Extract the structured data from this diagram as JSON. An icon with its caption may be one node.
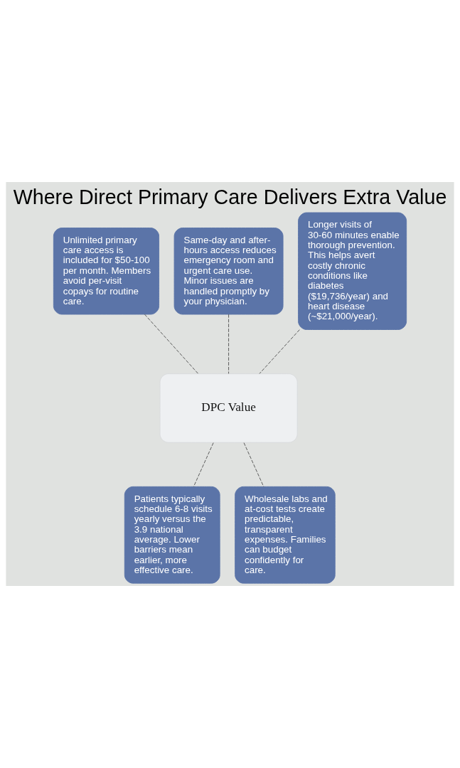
{
  "diagram": {
    "title": "Where Direct Primary Care Delivers Extra Value",
    "nodes": [
      {
        "text": [
          "Unlimited primary care access is included for $50-100 per month. Members avoid per-visit copays for routine care."
        ]
      },
      {
        "text": [
          "Same-day and after-hours access reduces emergency room and urgent care use. Minor issues are handled promptly by your physician."
        ]
      },
      {
        "text": [
          "Longer visits of 30-60 minutes enable thorough prevention. This helps avert costly chronic conditions like diabetes ($19,736/year) and heart disease (~$21,000/year)."
        ]
      },
      {
        "text": [
          "DPC Value"
        ]
      },
      {
        "text": [
          "Patients typically schedule 6-8 visits yearly versus the 3.9 national average. Lower barriers mean earlier, more effective care."
        ]
      },
      {
        "text": [
          "Wholesale labs and at-cost tests create predictable, transparent expenses. Families can budget confidently for care."
        ]
      }
    ],
    "edges": [
      {
        "from": 0,
        "to": 3,
        "arrow": "none",
        "style": "dashed"
      },
      {
        "from": 1,
        "to": 3,
        "arrow": "none",
        "style": "dashed"
      },
      {
        "from": 2,
        "to": 3,
        "arrow": "none",
        "style": "dashed"
      },
      {
        "from": 3,
        "to": 4,
        "arrow": "none",
        "style": "dashed"
      },
      {
        "from": 3,
        "to": 5,
        "arrow": "none",
        "style": "dashed"
      }
    ]
  }
}
